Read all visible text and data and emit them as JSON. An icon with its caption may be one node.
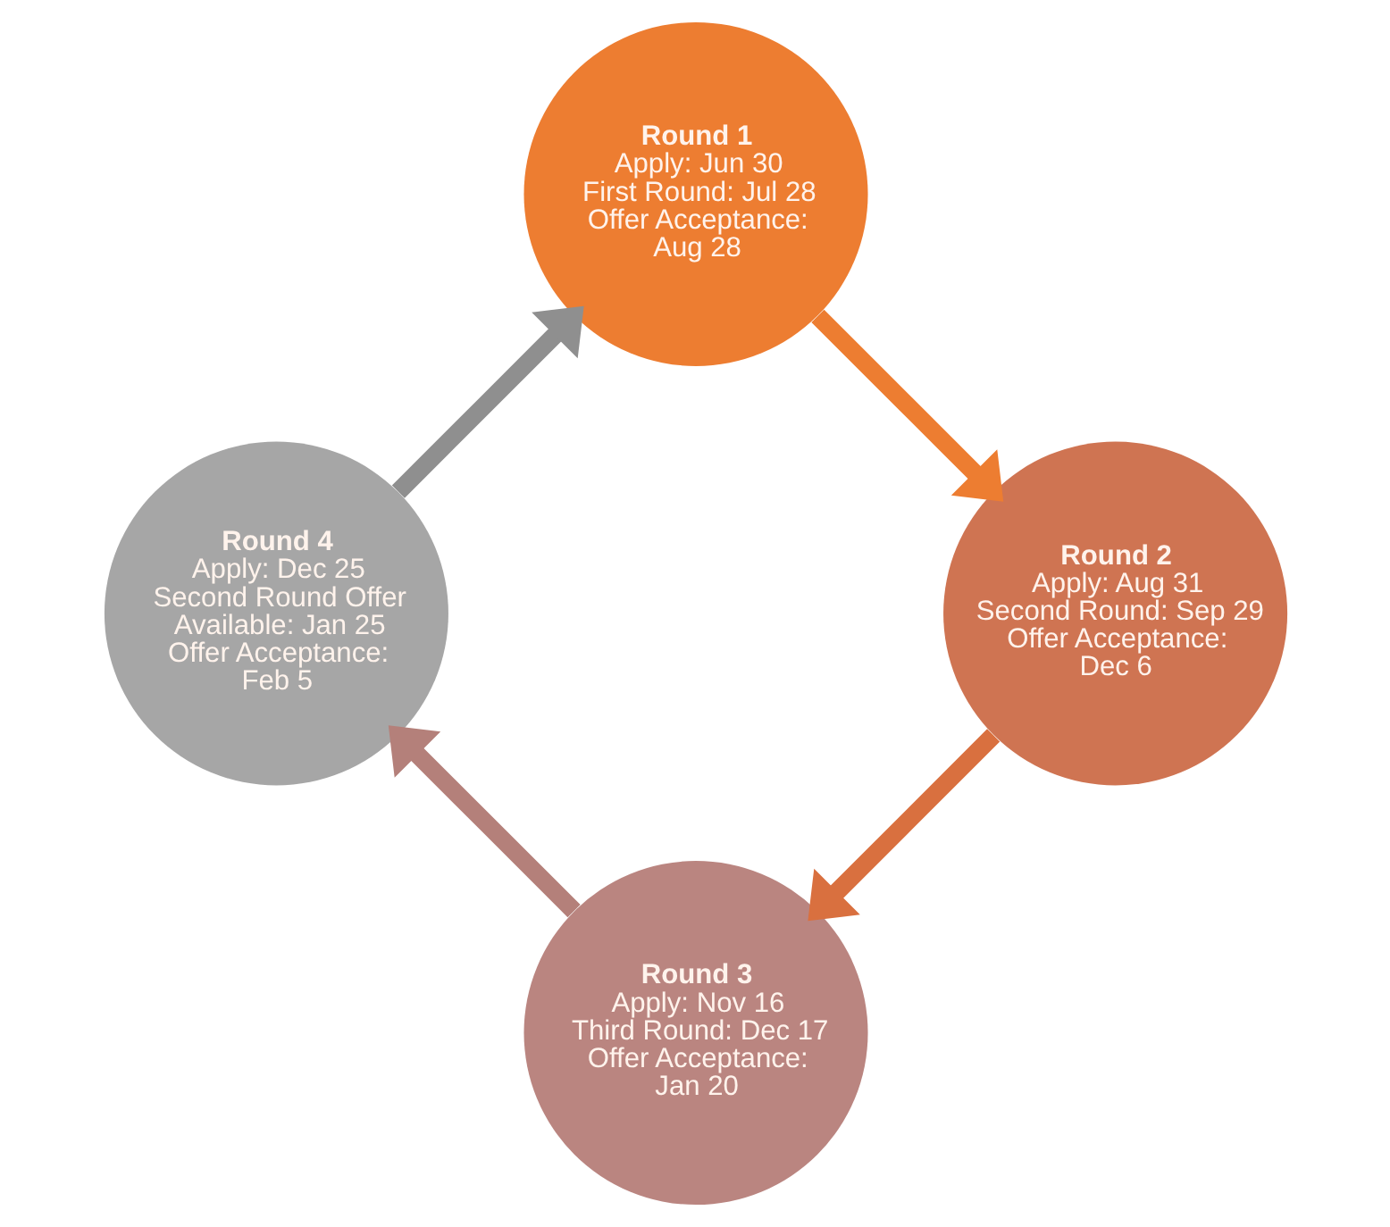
{
  "diagram": {
    "nodes": [
      {
        "text": [
          "Round 1",
          "Apply: Jun 30",
          "First Round: Jul 28",
          "Offer Acceptance:",
          "Aug 28"
        ]
      },
      {
        "text": [
          "Round 2",
          "Apply: Aug 31",
          "Second Round: Sep 29",
          "Offer Acceptance:",
          "Dec 6"
        ]
      },
      {
        "text": [
          "Round 3",
          "Apply: Nov 16",
          "Third Round: Dec 17",
          "Offer Acceptance:",
          "Jan 20"
        ]
      },
      {
        "text": [
          "Round 4",
          "Apply: Dec 25",
          "Second Round Offer Available: Jan 25",
          "Offer Acceptance:",
          "Feb 5"
        ]
      }
    ],
    "edges": [
      {
        "from": 0,
        "to": 1,
        "arrow": "to",
        "color": "#ed7d31"
      },
      {
        "from": 1,
        "to": 2,
        "arrow": "to",
        "color": "#d9703f"
      },
      {
        "from": 2,
        "to": 3,
        "arrow": "to",
        "color": "#b4807a"
      },
      {
        "from": 3,
        "to": 0,
        "arrow": "to",
        "color": "#8f8f8f"
      }
    ]
  }
}
